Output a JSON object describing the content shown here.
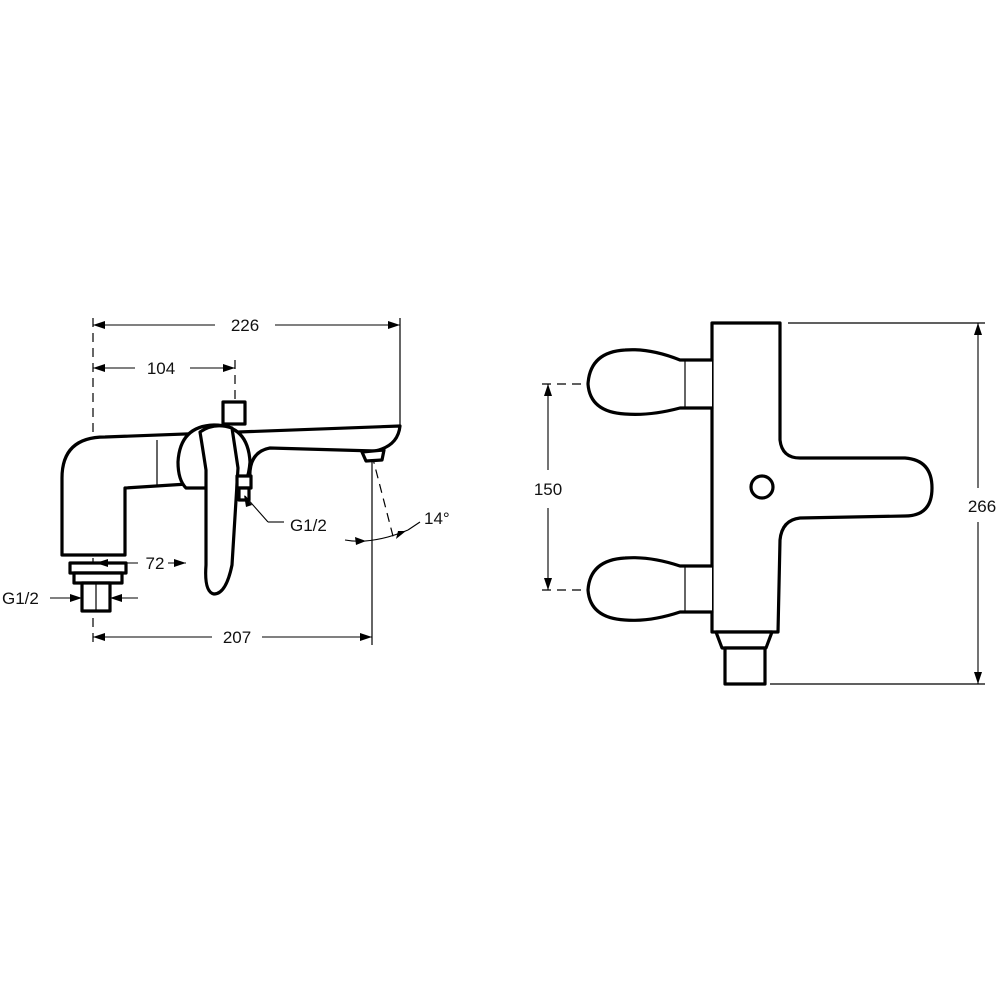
{
  "side_view": {
    "dim_overall_length": "226",
    "dim_inlet_to_body": "104",
    "dim_spout_outlet": "207",
    "dim_inlet_offset": "72",
    "connection_hose": "G1/2",
    "connection_base": "G1/2",
    "spout_angle": "14°"
  },
  "top_view": {
    "dim_inlet_centres": "150",
    "dim_overall_depth": "266"
  }
}
